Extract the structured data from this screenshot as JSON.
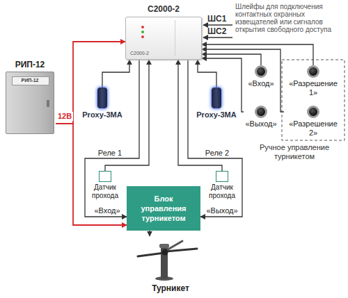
{
  "diagram": {
    "nodes": [
      {
        "text": [
          "РИП-12",
          "РИП-12"
        ]
      },
      {
        "text": [
          "С2000-2",
          "С2000-2"
        ]
      },
      {
        "text": [
          "«Вход»"
        ]
      },
      {
        "text": [
          "«Разрешение 1»"
        ]
      },
      {
        "text": [
          "«Выход»"
        ]
      },
      {
        "text": [
          "«Разрешение 2»"
        ]
      },
      {
        "text": [
          "Proxy-3MA"
        ]
      },
      {
        "text": [
          "Proxy-3MA"
        ]
      },
      {
        "text": [
          "Датчик прохода"
        ]
      },
      {
        "text": [
          "Датчик прохода"
        ]
      },
      {
        "text": [
          "Блок управления турникетом"
        ]
      },
      {
        "text": [
          "Турникет"
        ]
      }
    ],
    "edges": [
      {
        "from": 0,
        "to": 1,
        "arrow": "to",
        "label": "12В"
      },
      {
        "from": 0,
        "to": 10,
        "arrow": "to"
      },
      {
        "from": 2,
        "to": 1,
        "arrow": "to"
      },
      {
        "from": 3,
        "to": 1,
        "arrow": "to"
      },
      {
        "from": 4,
        "to": 1,
        "arrow": "to"
      },
      {
        "from": 5,
        "to": 1,
        "arrow": "to"
      },
      {
        "from": 6,
        "to": 1,
        "arrow": "to"
      },
      {
        "from": 7,
        "to": 1,
        "arrow": "to"
      },
      {
        "from": 1,
        "to": 10,
        "arrow": "to",
        "label": "Реле 1"
      },
      {
        "from": 1,
        "to": 10,
        "arrow": "to",
        "label": "Реле 2"
      },
      {
        "from": 8,
        "to": 1,
        "arrow": "to"
      },
      {
        "from": 9,
        "to": 1,
        "arrow": "to"
      },
      {
        "from": 10,
        "to": 11,
        "arrow": "to"
      }
    ],
    "labels": [
      "ШС1",
      "ШС2",
      "Шлейфы для подключения контактных охранных извещателей или сигналов открытия свободного доступа",
      "Ручное управление турникетом",
      "«Вход»",
      "«Выход»"
    ]
  }
}
